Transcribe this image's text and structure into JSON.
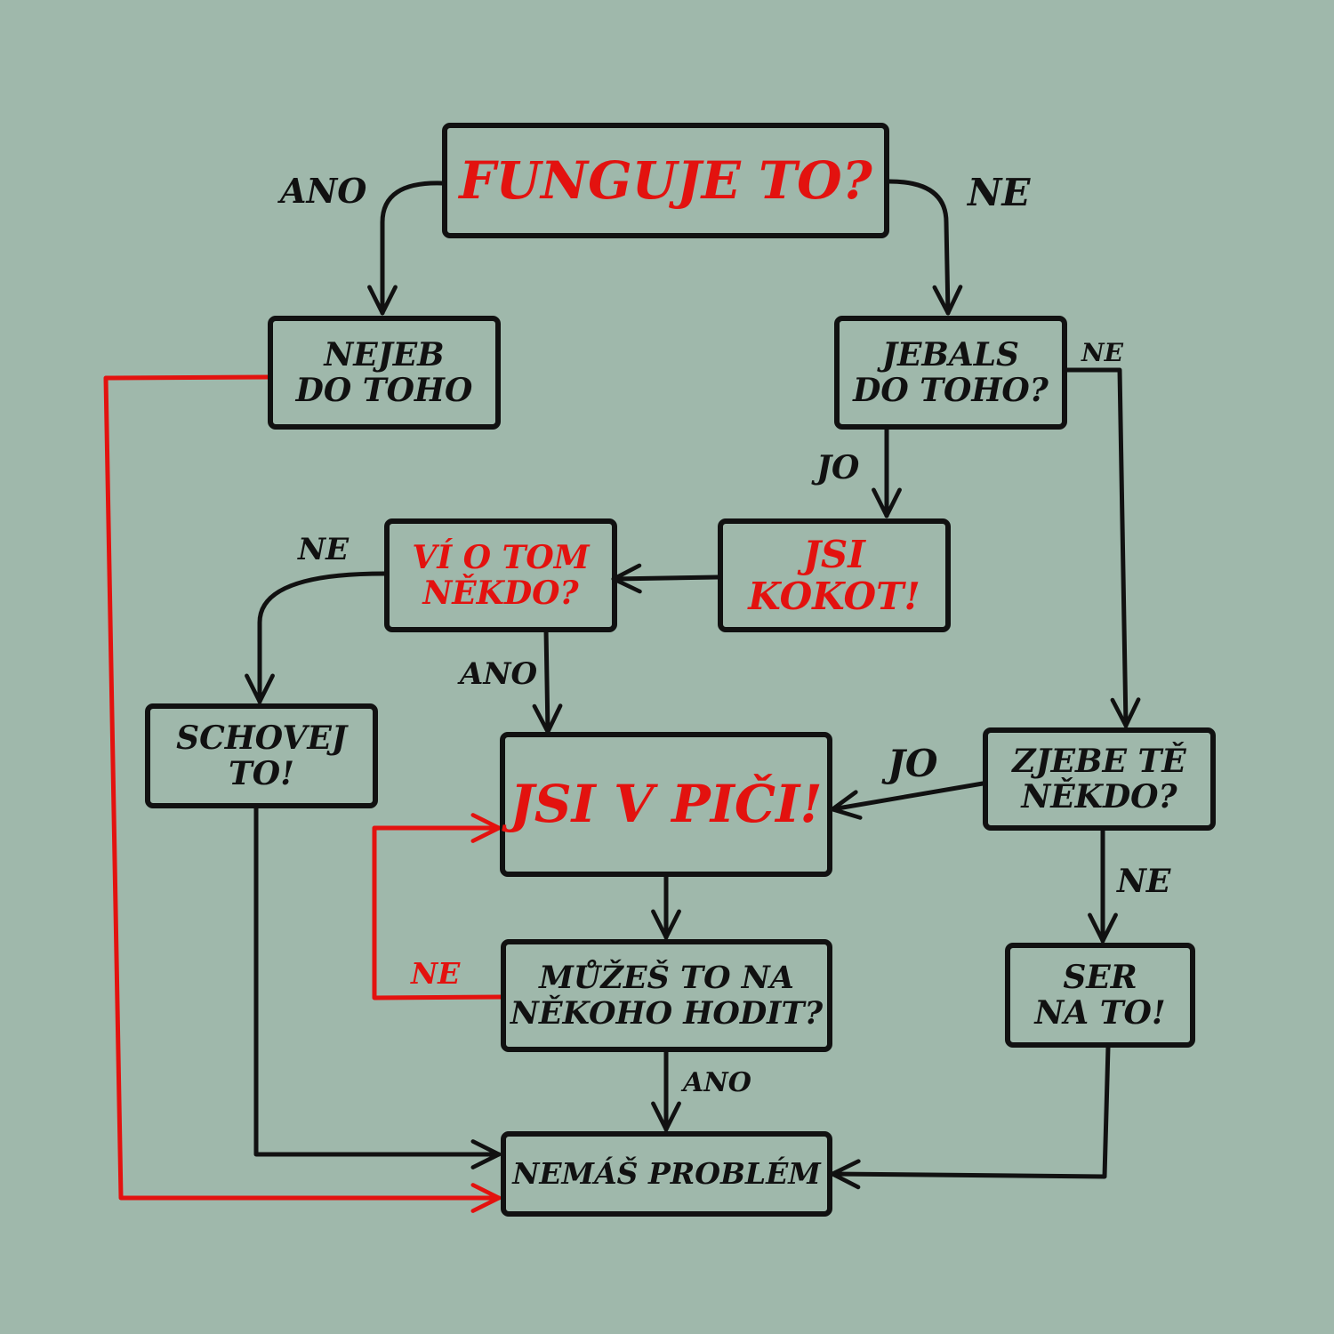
{
  "nodes": {
    "start": "FUNGUJE TO?",
    "nejeb": "NEJEB\nDO TOHO",
    "jebals": "JEBALS\nDO TOHO?",
    "kokot": "JSI\nKOKOT!",
    "vi_o_tom": "VÍ O TOM\nNĚKDO?",
    "schovej": "SCHOVEJ\nTO!",
    "v_pici": "JSI V PIČI!",
    "zjebe": "ZJEBE TĚ\nNĚKDO?",
    "muzes": "MŮŽEŠ TO NA\nNĚKOHO HODIT?",
    "ser": "SER\nNA TO!",
    "nemas": "NEMÁŠ PROBLÉM"
  },
  "edge_labels": {
    "start_ano": "ANO",
    "start_ne": "NE",
    "jebals_jo": "JO",
    "jebals_ne": "NE",
    "vi_ne": "NE",
    "vi_ano": "ANO",
    "zjebe_jo": "JO",
    "zjebe_ne": "NE",
    "muzes_ne": "NE",
    "muzes_ano": "ANO"
  },
  "colors": {
    "background": "#9fb8ab",
    "ink": "#111111",
    "accent": "#e3120f"
  }
}
